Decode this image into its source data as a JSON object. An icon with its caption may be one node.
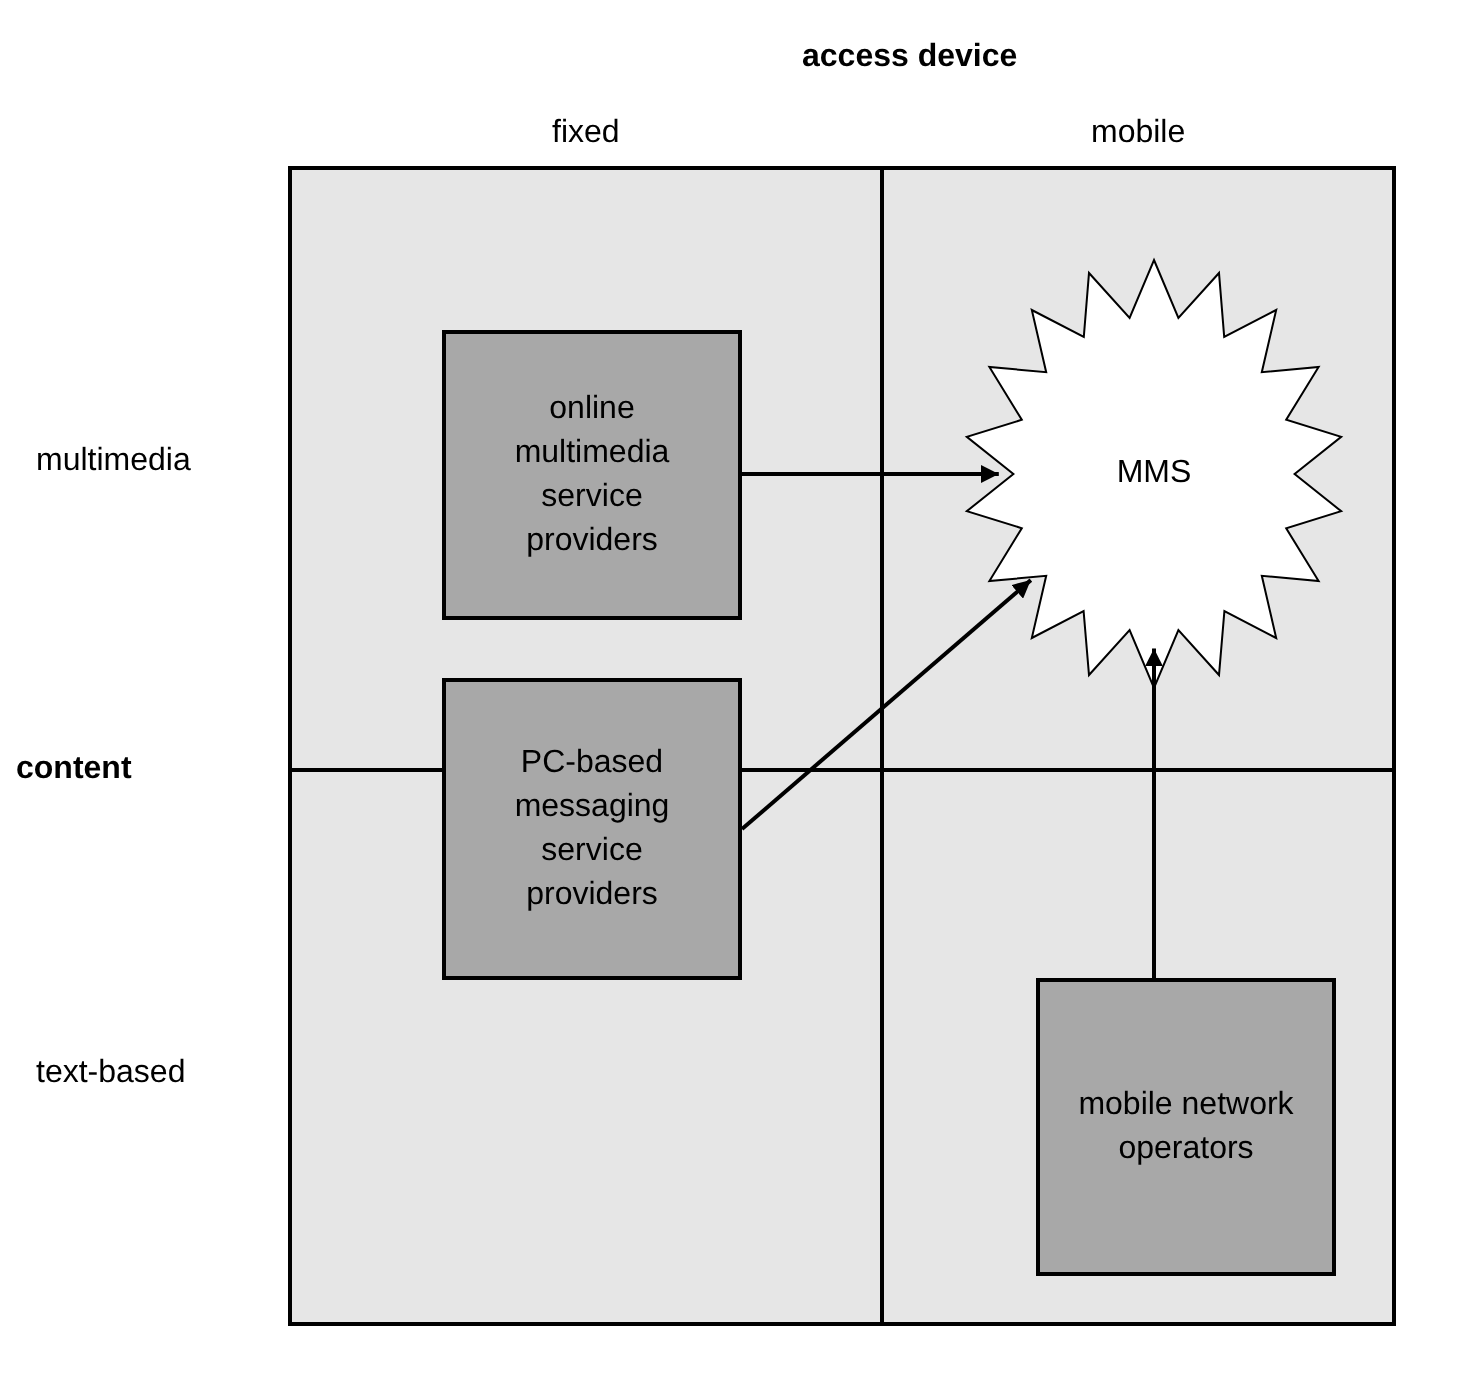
{
  "diagram": {
    "nodes": [
      {
        "text": [
          "online multimedia service providers"
        ]
      },
      {
        "text": [
          "MMS"
        ]
      },
      {
        "text": [
          "PC-based messaging service providers"
        ]
      },
      {
        "text": [
          "mobile network operators"
        ]
      }
    ],
    "edges": [
      {
        "from": 0,
        "to": 1,
        "arrow": "to"
      },
      {
        "from": 2,
        "to": 1,
        "arrow": "to"
      },
      {
        "from": 3,
        "to": 1,
        "arrow": "to"
      }
    ],
    "labels": [
      "access device",
      "fixed",
      "mobile",
      "multimedia",
      "content",
      "text-based"
    ]
  }
}
